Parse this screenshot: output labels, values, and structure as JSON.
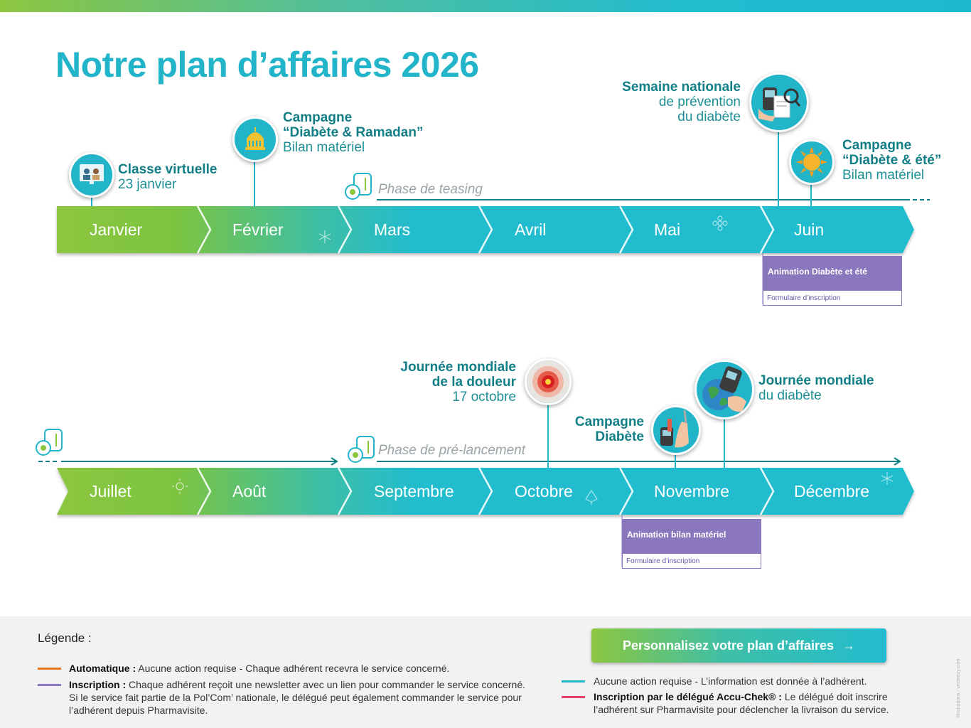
{
  "title": "Notre plan d’affaires 2026",
  "colors": {
    "teal": "#22b5c9",
    "green": "#8cc63f",
    "purple": "#8a77bd",
    "darkteal": "#127f86",
    "orange": "#e87722",
    "pink": "#e5436a"
  },
  "row1": {
    "months": [
      "Janvier",
      "Février",
      "Mars",
      "Avril",
      "Mai",
      "Juin"
    ],
    "events": {
      "classe": {
        "title": "Classe virtuelle",
        "sub": "23 janvier",
        "icon": "video-call-icon"
      },
      "ramadan": {
        "title_l1": "Campagne",
        "title_l2": "“Diabète & Ramadan”",
        "sub": "Bilan matériel",
        "icon": "mosque-icon"
      },
      "semaine": {
        "title": "Semaine nationale",
        "sub_l1": "de prévention",
        "sub_l2": "du diabète",
        "icon": "glucose-meter-magnifier-icon"
      },
      "ete": {
        "title_l1": "Campagne",
        "title_l2": "“Diabète & été”",
        "sub": "Bilan matériel",
        "icon": "sun-icon"
      }
    },
    "phase": "Phase de teasing",
    "anim": {
      "title": "Animation Diabète et été",
      "form": "Formulaire d’inscription"
    }
  },
  "row2": {
    "months": [
      "Juillet",
      "Août",
      "Septembre",
      "Octobre",
      "Novembre",
      "Décembre"
    ],
    "events": {
      "douleur": {
        "title_l1": "Journée mondiale",
        "title_l2": "de la douleur",
        "sub": "17 octobre",
        "icon": "pain-target-icon"
      },
      "campagne": {
        "title_l1": "Campagne",
        "title_l2": "Diabète",
        "icon": "insulin-pen-meter-icon"
      },
      "mondiale": {
        "title": "Journée mondiale",
        "sub": "du diabète",
        "icon": "globe-meter-icon"
      }
    },
    "phase": "Phase de pré-lancement",
    "anim": {
      "title": "Animation bilan matériel",
      "form": "Formulaire d’inscription"
    }
  },
  "legend": {
    "title": "Légende :",
    "auto_label": "Automatique :",
    "auto_text": "Aucune action requise - Chaque adhérent recevra le service concerné.",
    "inscr_label": "Inscription :",
    "inscr_l1": "Chaque adhérent reçoit une newsletter avec un lien pour commander le service concerné.",
    "inscr_l2": "Si le service fait partie de la Pol’Com’ nationale, le délégué peut également commander le service pour",
    "inscr_l3": "l’adhérent depuis Pharmavisite.",
    "info_text": "Aucune action requise - L’information est donnée à l’adhérent.",
    "delegue_label": "Inscription par le délégué Accu-Chek® :",
    "delegue_l1": "Le délégué doit inscrire",
    "delegue_l2": "l’adhérent sur Pharmavisite pour déclencher la livraison du service."
  },
  "cta": {
    "label": "Personnalisez votre plan d’affaires",
    "arrow": "→"
  },
  "credit": "Illustrations : vecteezy.com"
}
